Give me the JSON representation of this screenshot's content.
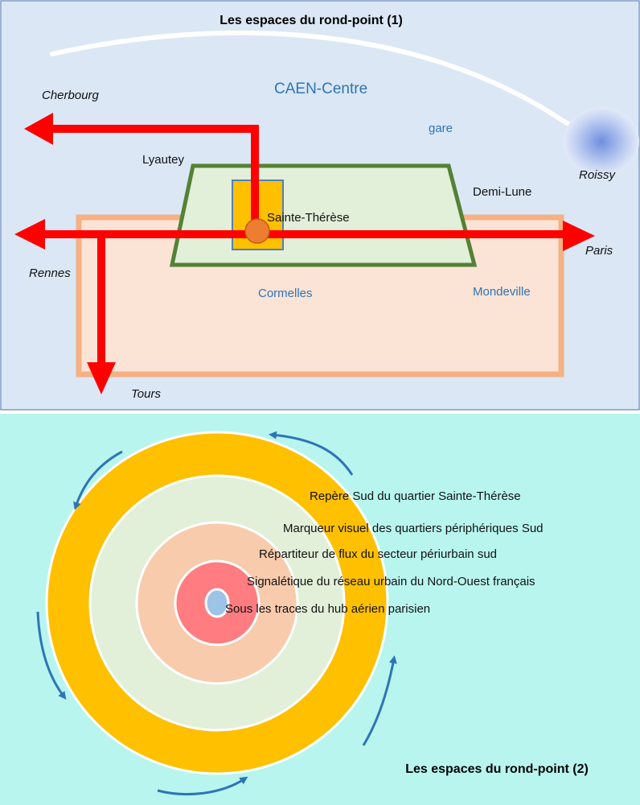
{
  "panel1": {
    "title": "Les espaces du rond-point (1)",
    "colors": {
      "background": "#dbe7f5",
      "arrow": "#ff0000",
      "green_outline": "#548235",
      "green_fill": "#e2efd9",
      "peach_outline": "#f4b183",
      "peach_fill": "#fbe3d6",
      "roundabout": "#ed7d31",
      "district_box": "#ffc000"
    },
    "labels": {
      "caen_centre": "CAEN-Centre",
      "gare": "gare",
      "cherbourg": "Cherbourg",
      "lyautey": "Lyautey",
      "demi_lune": "Demi-Lune",
      "sainte_therese": "Sainte-Thérèse",
      "roissy": "Roissy",
      "paris": "Paris",
      "rennes": "Rennes",
      "cormelles": "Cormelles",
      "mondeville": "Mondeville",
      "tours": "Tours"
    }
  },
  "panel2": {
    "title": "Les espaces du rond-point (2)",
    "colors": {
      "background": "#b8f5ef",
      "ring_outer": "#ffc000",
      "ring_2": "#e2efd9",
      "ring_3": "#f8cbad",
      "ring_4": "#ff7c80",
      "core": "#9dc3e6",
      "rotation_arrows": "#2e75b6"
    },
    "ring_labels": [
      "Repère Sud du quartier Sainte-Thérèse",
      "Marqueur visuel des quartiers périphériques Sud",
      "Répartiteur de flux du secteur périurbain sud",
      "Signalétique du réseau urbain du Nord-Ouest français",
      "Sous les traces du hub aérien parisien"
    ]
  }
}
